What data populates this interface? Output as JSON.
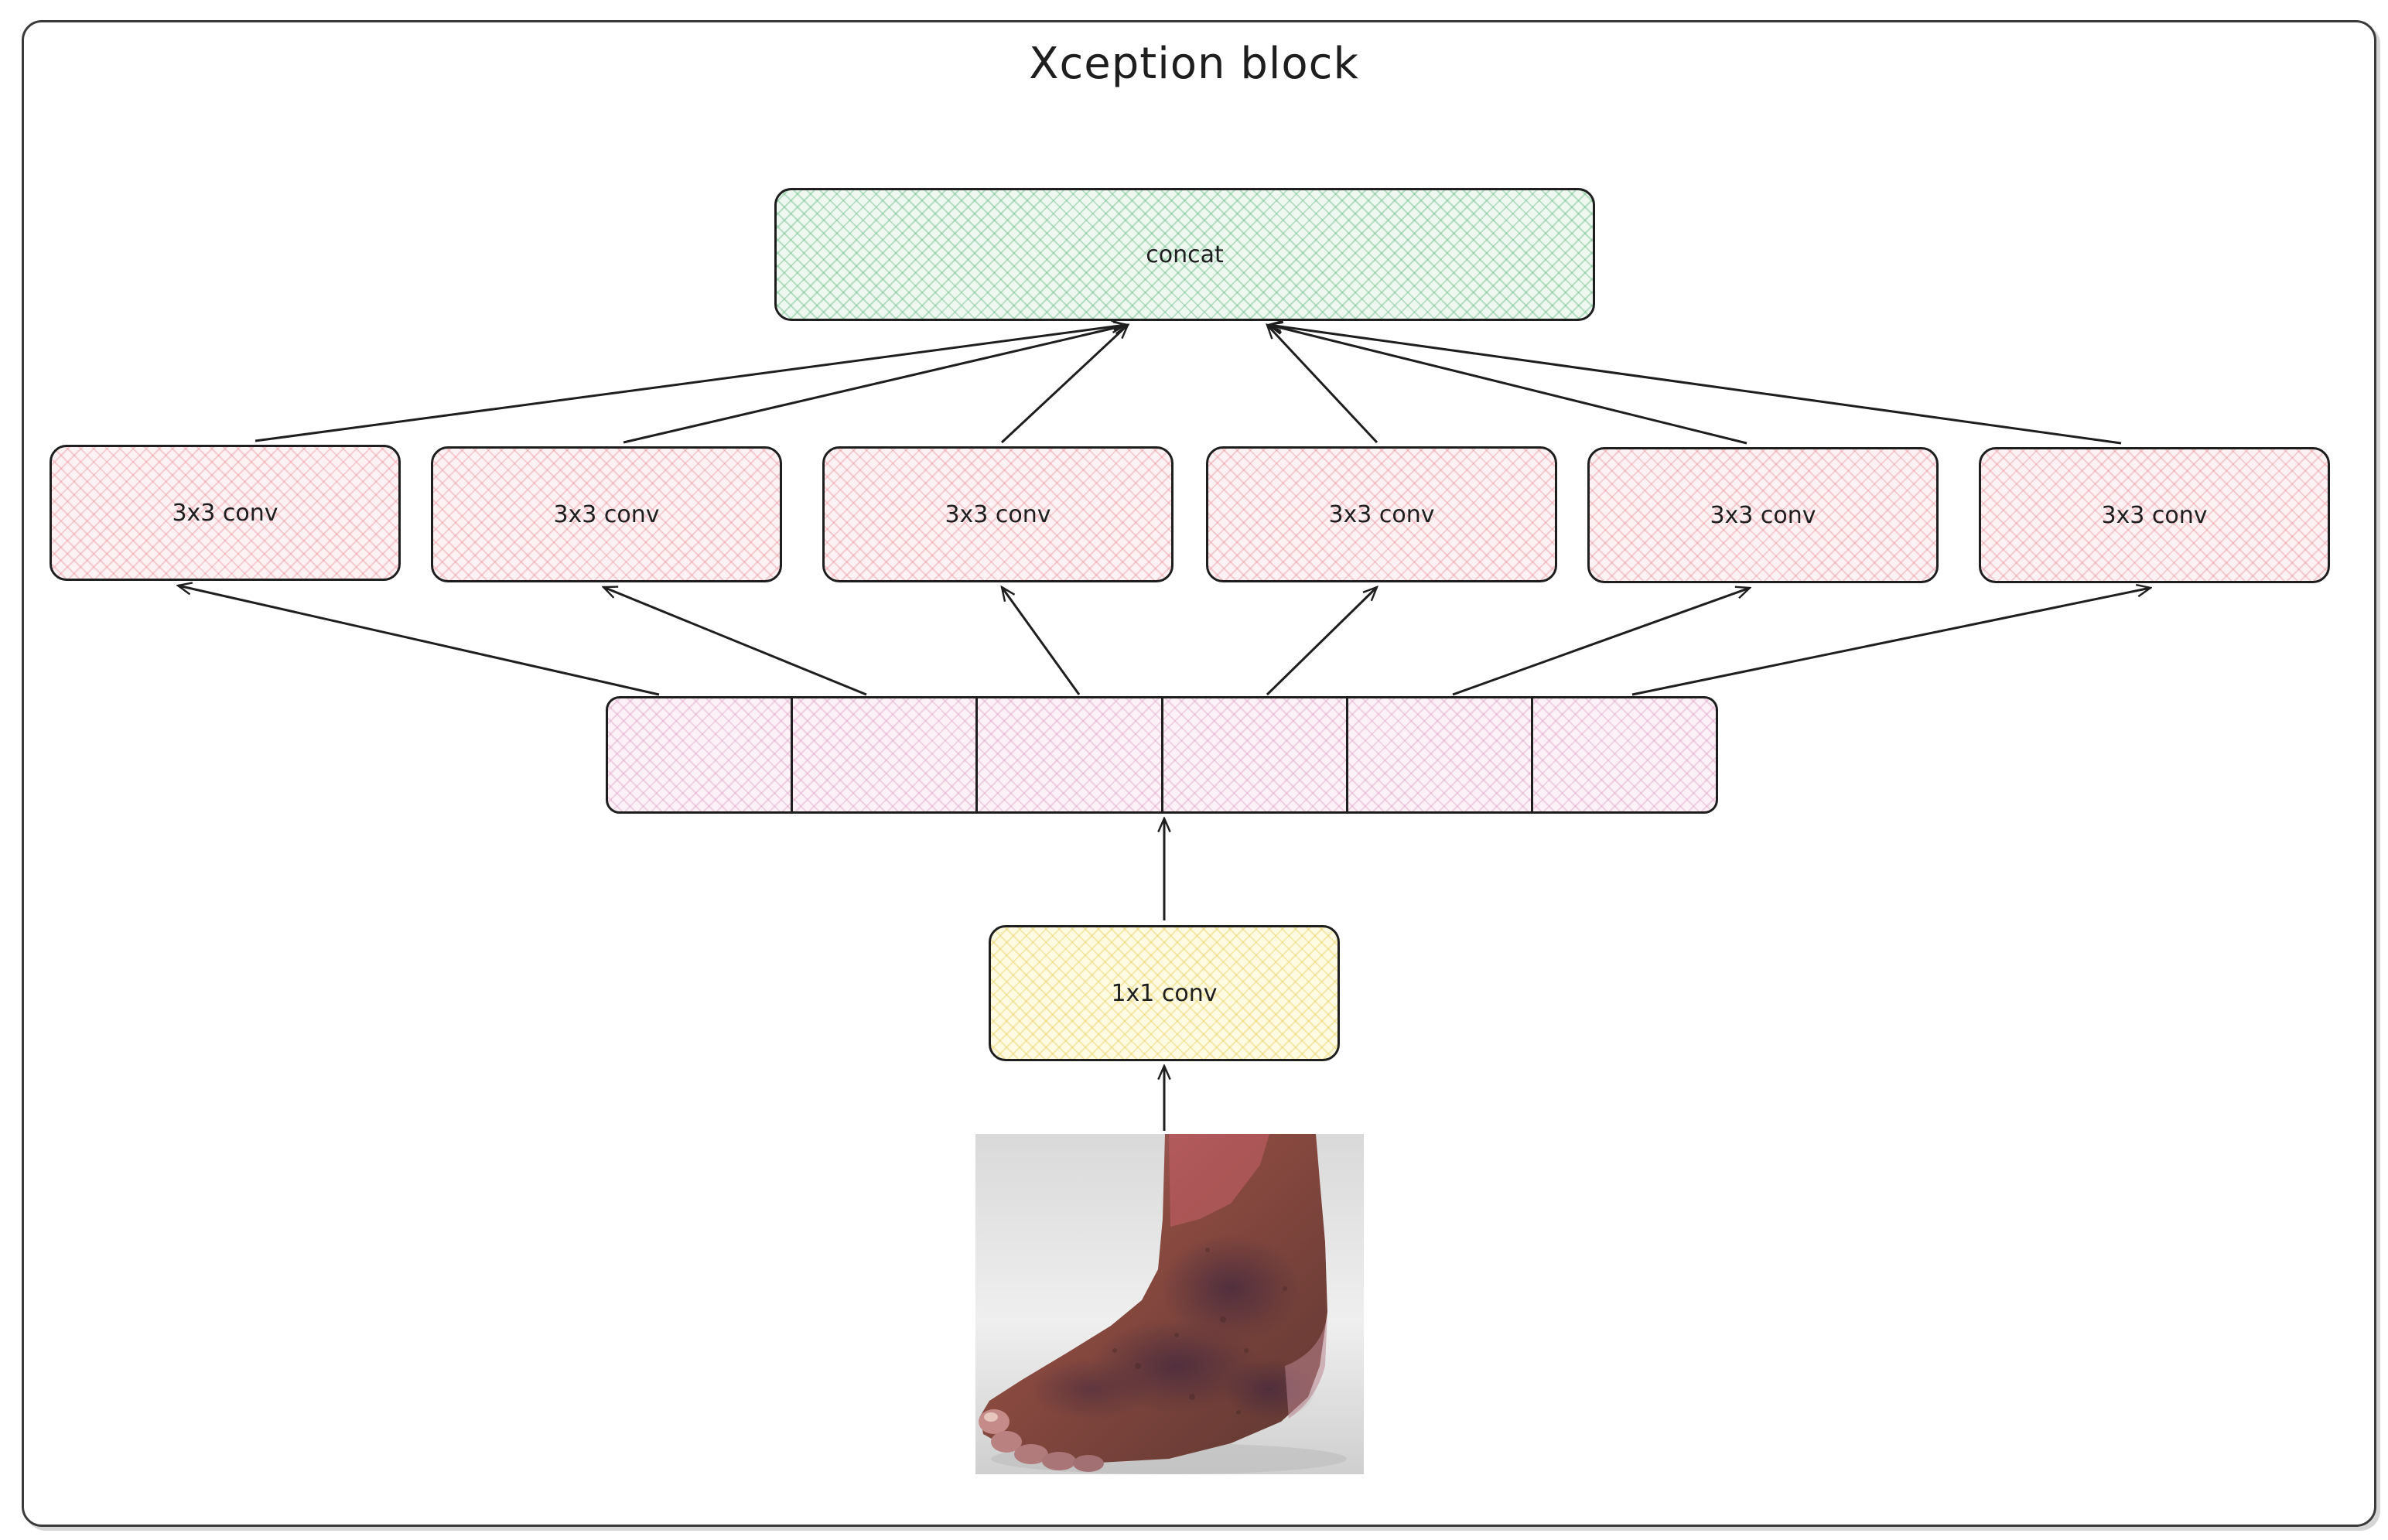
{
  "title": "Xception block",
  "concat": {
    "label": "concat",
    "color": "#b2f2bb"
  },
  "conv3x3": {
    "color": "#ffc9c9",
    "boxes": [
      {
        "label": "3x3 conv"
      },
      {
        "label": "3x3 conv"
      },
      {
        "label": "3x3 conv"
      },
      {
        "label": "3x3 conv"
      },
      {
        "label": "3x3 conv"
      },
      {
        "label": "3x3 conv"
      }
    ]
  },
  "split": {
    "segments": 6,
    "color": "#fcc2d7"
  },
  "conv1x1": {
    "label": "1x1 conv",
    "color": "#ffec99"
  },
  "input_image": {
    "icon": "foot-photo-icon"
  }
}
